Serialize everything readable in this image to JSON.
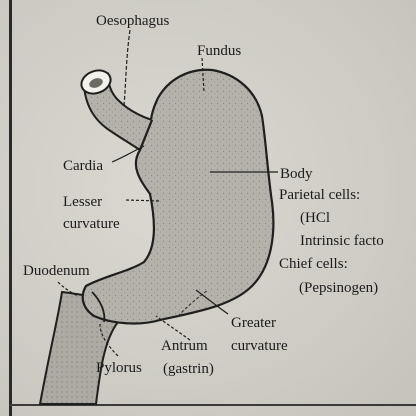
{
  "labels": {
    "oesophagus": "Oesophagus",
    "fundus": "Fundus",
    "cardia": "Cardia",
    "lesser_1": "Lesser",
    "lesser_2": "curvature",
    "body": "Body",
    "parietal": "Parietal cells:",
    "hcl": "(HCl",
    "intrinsic": "Intrinsic facto",
    "chief": "Chief cells:",
    "pepsinogen": "(Pepsinogen)",
    "duodenum": "Duodenum",
    "greater_1": "Greater",
    "greater_2": "curvature",
    "antrum": "Antrum",
    "gastrin": "(gastrin)",
    "pylorus": "Pylorus"
  },
  "colors": {
    "ink": "#1b1b1b",
    "stomach_fill": "#b4b2ab",
    "duodenum_fill": "#acaaa3"
  }
}
